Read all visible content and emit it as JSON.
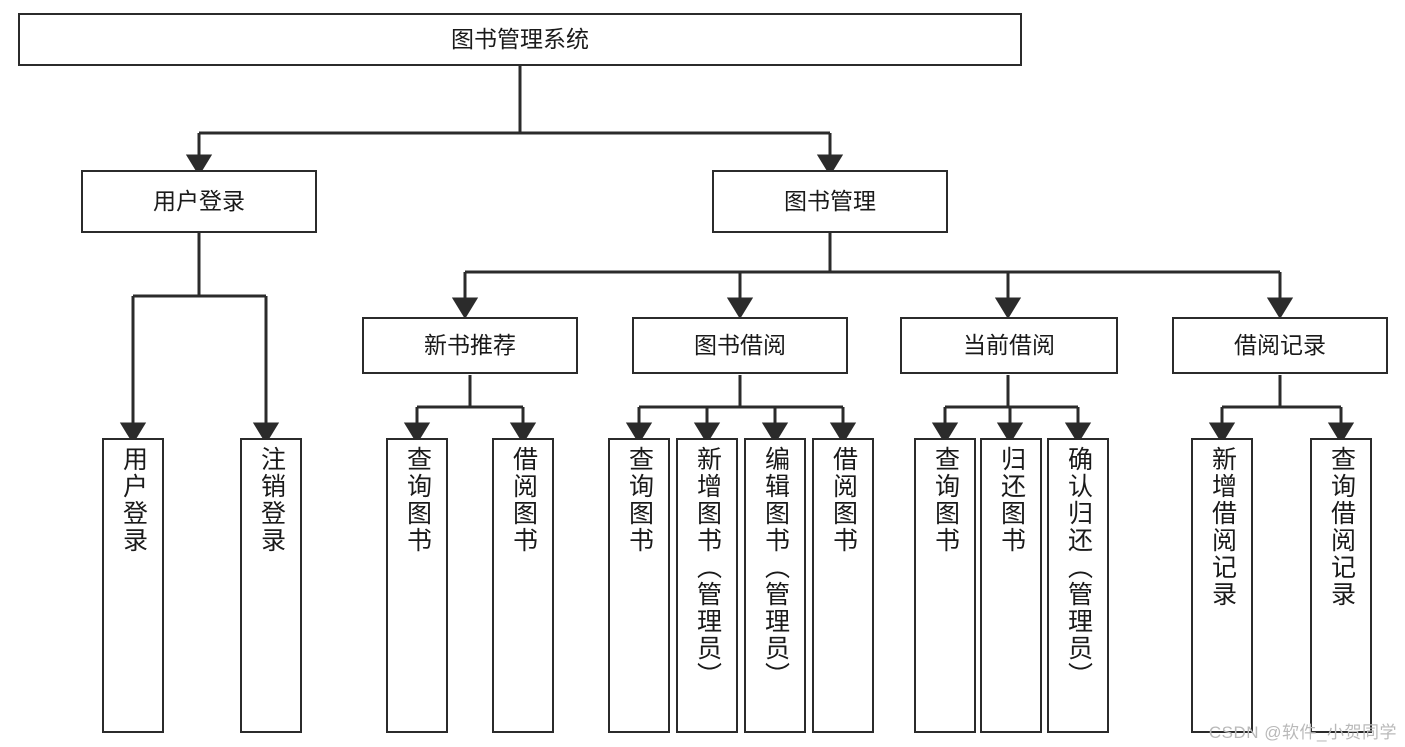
{
  "diagram": {
    "title": "图书管理系统",
    "type": "tree-hierarchy",
    "watermark": "CSDN @软件_小贺同学",
    "colors": {
      "stroke": "#2b2b2b",
      "background": "#ffffff",
      "text": "#1a1a1a",
      "watermark": "#b9b9b9"
    },
    "levels": {
      "root": {
        "label": "图书管理系统"
      },
      "level2": [
        {
          "label": "用户登录"
        },
        {
          "label": "图书管理"
        }
      ],
      "level3": [
        {
          "label": "新书推荐"
        },
        {
          "label": "图书借阅"
        },
        {
          "label": "当前借阅"
        },
        {
          "label": "借阅记录"
        }
      ],
      "leaves": {
        "user_login": [
          {
            "label": "用户登录"
          },
          {
            "label": "注销登录"
          }
        ],
        "new_book_recommend": [
          {
            "label": "查询图书"
          },
          {
            "label": "借阅图书"
          }
        ],
        "book_borrow": [
          {
            "label": "查询图书"
          },
          {
            "label": "新增图书（管理员）"
          },
          {
            "label": "编辑图书（管理员）"
          },
          {
            "label": "借阅图书"
          }
        ],
        "current_borrow": [
          {
            "label": "查询图书"
          },
          {
            "label": "归还图书"
          },
          {
            "label": "确认归还（管理员）"
          }
        ],
        "borrow_record": [
          {
            "label": "新增借阅记录"
          },
          {
            "label": "查询借阅记录"
          }
        ]
      }
    }
  }
}
